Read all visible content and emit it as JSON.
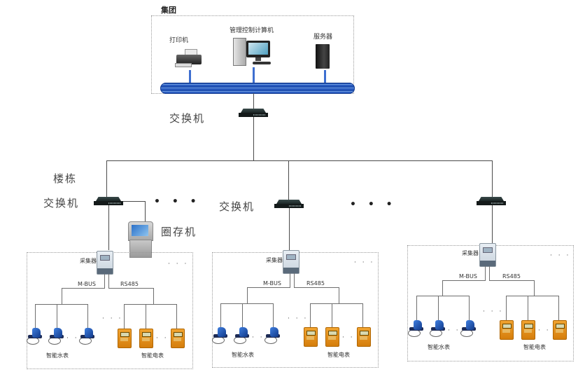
{
  "group": {
    "title": "集团",
    "devices": [
      {
        "label": "打印机",
        "icon": "printer-icon"
      },
      {
        "label": "管理控制计算机",
        "icon": "computer-icon"
      },
      {
        "label": "服务器",
        "icon": "server-icon"
      }
    ]
  },
  "core_switch": {
    "label": "交换机",
    "icon": "switch-icon"
  },
  "buildings": [
    {
      "label_line1": "楼栋",
      "label_line2": "交换机",
      "extra_device": {
        "label": "圈存机",
        "icon": "kiosk-icon"
      },
      "collector_label": "采集器",
      "bus_left": "M-BUS",
      "bus_right": "RS485",
      "water_meter_label": "智能水表",
      "electric_meter_label": "智能电表"
    },
    {
      "label_line2": "交换机",
      "collector_label": "采集器",
      "bus_left": "M-BUS",
      "bus_right": "RS485",
      "water_meter_label": "智能水表",
      "electric_meter_label": "智能电表"
    },
    {
      "collector_label": "采集器",
      "bus_left": "M-BUS",
      "bus_right": "RS485",
      "water_meter_label": "智能水表",
      "electric_meter_label": "智能电表"
    }
  ],
  "ellipsis": "• • •",
  "ellipsis_small": "· · ·",
  "colors": {
    "bus_blue": "#1f4fb0",
    "water_meter_blue": "#2a62c8",
    "electric_meter_orange": "#e8921e",
    "line_gray": "#4a4a4a"
  }
}
